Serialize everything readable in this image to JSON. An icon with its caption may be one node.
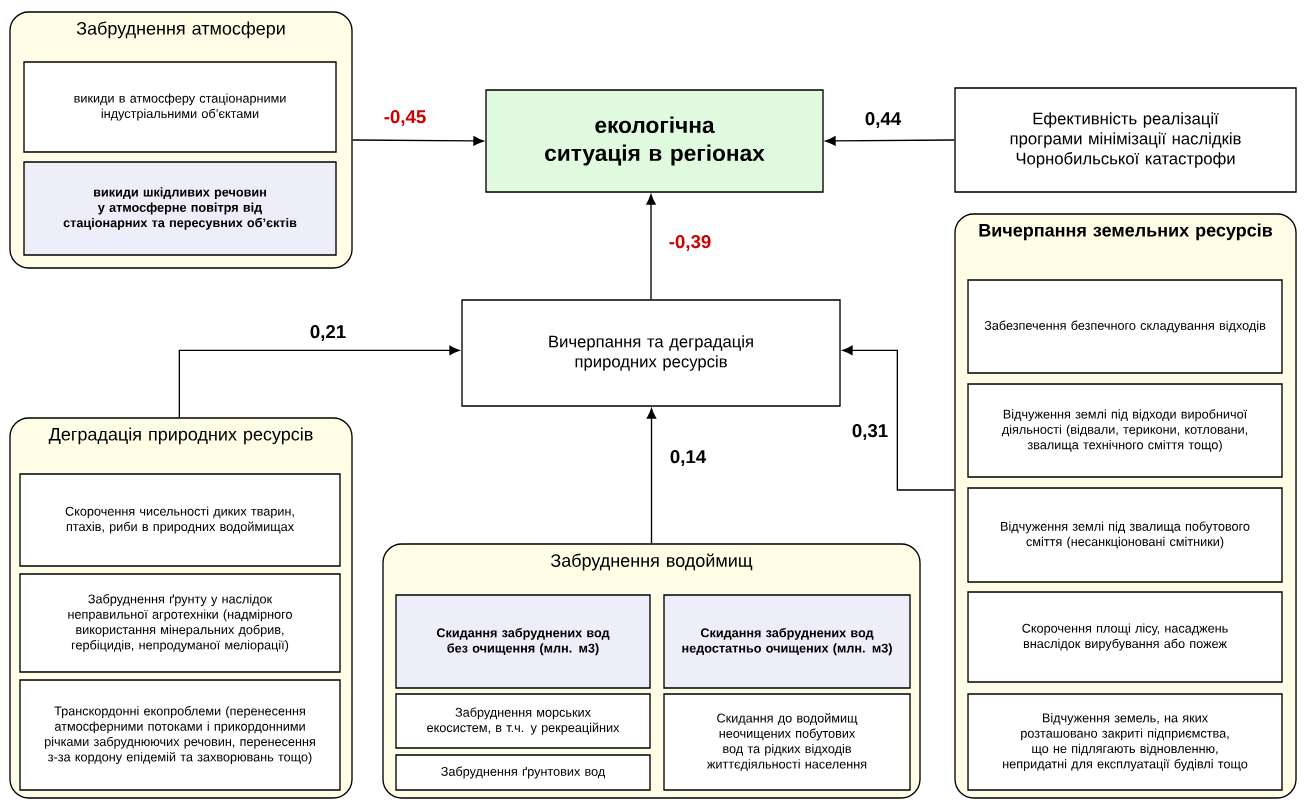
{
  "diagram": {
    "nodes": [
      {
        "text": [
          "Забруднення атмосфери"
        ]
      },
      {
        "text": [
          "викиди в атмосферу стаціонарними індустріальними об’єктами"
        ],
        "in": 0
      },
      {
        "text": [
          "викиди шкідливих речовин у атмосферне повітря від стаціонарних та пересувних об’єктів"
        ],
        "in": 0
      },
      {
        "text": [
          "екологічна ситуація в регіонах"
        ]
      },
      {
        "text": [
          "Ефективність реалізації програми мінімізації наслідків Чорнобильської катастрофи"
        ]
      },
      {
        "text": [
          "Вичерпання земельних ресурсів"
        ]
      },
      {
        "text": [
          "Забезпечення безпечного складування відходів"
        ],
        "in": 5
      },
      {
        "text": [
          "Відчуження землі під відходи виробничої діяльності (відвали, терикони, котловани, звалища технічного сміття тощо)"
        ],
        "in": 5
      },
      {
        "text": [
          "Відчуження землі під звалища побутового сміття (несанкціоновані смітники)"
        ],
        "in": 5
      },
      {
        "text": [
          "Скорочення площі лісу, насаджень внаслідок вирубування або пожеж"
        ],
        "in": 5
      },
      {
        "text": [
          "Відчуження земель, на яких розташовано закриті підприємства, що не підлягають відновленню, непридатні для експлуатації будівлі тощо"
        ],
        "in": 5
      },
      {
        "text": [
          "Вичерпання та деградація природних ресурсів"
        ]
      },
      {
        "text": [
          "Деградація природних ресурсів"
        ]
      },
      {
        "text": [
          "Скорочення чисельності диких тварин, птахів, риби в природних водоймищах"
        ],
        "in": 12
      },
      {
        "text": [
          "Забруднення ґрунту у наслідок неправильної агротехніки (надмірного використання мінеральних добрив, гербіцидів, непродуманої меліорації)"
        ],
        "in": 12
      },
      {
        "text": [
          "Транскордонні екопроблеми (перенесення атмосферними потоками і прикордонними річками забруднюючих речовин, перенесення з-за кордону епідемій та захворювань тощо)"
        ],
        "in": 12
      },
      {
        "text": [
          "Забруднення водоймищ"
        ]
      },
      {
        "text": [
          "Скидання забруднених вод без очищення (млн. м3)"
        ],
        "in": 16
      },
      {
        "text": [
          "Скидання забруднених вод недостатньо очищених (млн. м3)"
        ],
        "in": 16
      },
      {
        "text": [
          "Забруднення морських екосистем, в т.ч. у рекреаційних"
        ],
        "in": 16
      },
      {
        "text": [
          "Забруднення ґрунтових вод"
        ],
        "in": 16
      },
      {
        "text": [
          "Скидання до водоймищ неочищених побутових вод та рідких відходів життєдіяльності населення"
        ],
        "in": 16
      }
    ],
    "edges": [
      {
        "from": 0,
        "to": 3,
        "arrow": "to",
        "label": "-0,45"
      },
      {
        "from": 4,
        "to": 3,
        "arrow": "to",
        "label": "0,44"
      },
      {
        "from": 11,
        "to": 3,
        "arrow": "to",
        "label": "-0,39"
      },
      {
        "from": 12,
        "to": 11,
        "arrow": "to",
        "label": "0,21"
      },
      {
        "from": 16,
        "to": 11,
        "arrow": "to",
        "label": "0,14"
      },
      {
        "from": 5,
        "to": 11,
        "arrow": "to",
        "label": "0,31"
      }
    ]
  }
}
